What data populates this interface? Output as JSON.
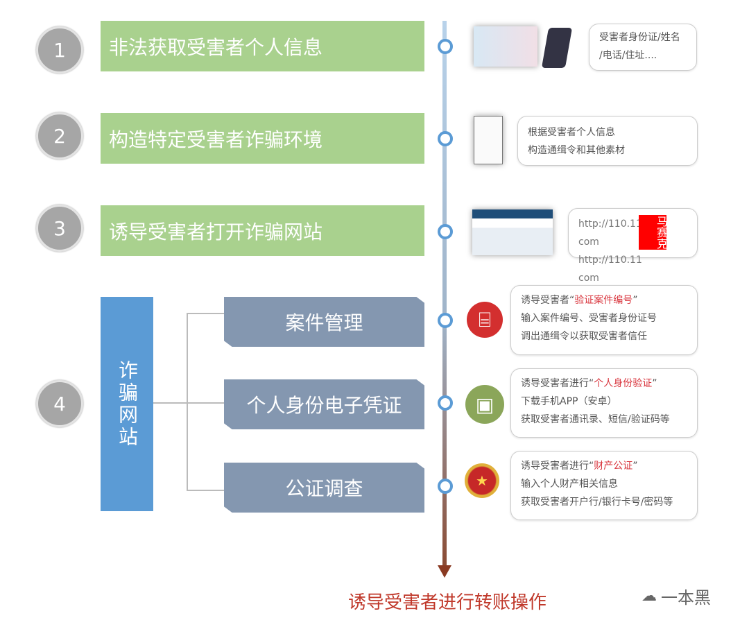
{
  "steps": [
    {
      "num": "1",
      "label": "非法获取受害者个人信息",
      "note": [
        "受害者身份证/姓名",
        "/电话/住址...."
      ]
    },
    {
      "num": "2",
      "label": "构造特定受害者诈骗环境",
      "note": [
        "根据受害者个人信息",
        "构造通缉令和其他素材"
      ]
    },
    {
      "num": "3",
      "label": "诱导受害者打开诈骗网站",
      "note": [
        "http://110.11",
        "com",
        "http://110.11",
        "com"
      ],
      "redact": "马赛克"
    },
    {
      "num": "4",
      "label": "诈骗网站"
    }
  ],
  "subs": [
    {
      "label": "案件管理",
      "note": [
        "诱导受害者“",
        "验证案件编号",
        "”",
        "输入案件编号、受害者身份证号",
        "调出通缉令以获取受害者信任"
      ]
    },
    {
      "label": "个人身份电子凭证",
      "note": [
        "诱导受害者进行“",
        "个人身份验证",
        "”",
        "下载手机APP（安卓）",
        "获取受害者通讯录、短信/验证码等"
      ]
    },
    {
      "label": "公证调查",
      "note": [
        "诱导受害者进行“",
        "财产公证",
        "”",
        "输入个人财产相关信息",
        "获取受害者开户行/银行卡号/密码等"
      ]
    }
  ],
  "final": "诱导受害者进行转账操作",
  "watermark": "一本黑",
  "colors": {
    "green": "#a9d18e",
    "blue": "#5b9bd5",
    "slate": "#8497b0",
    "red": "#d9363e"
  }
}
